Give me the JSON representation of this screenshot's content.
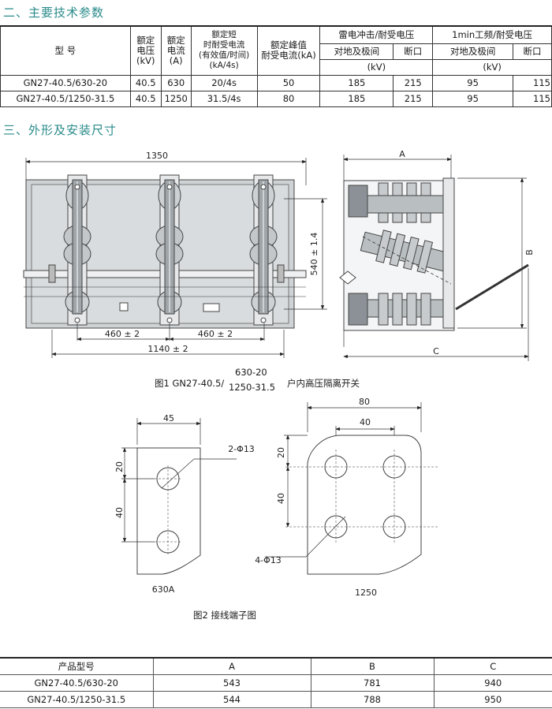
{
  "sections": {
    "tech_params": "二、主要技术参数",
    "dimensions": "三、外形及安装尺寸"
  },
  "spec_table": {
    "h_model": "型  号",
    "h_voltage": "额定\n电压\n(kV)",
    "h_current": "额定\n电流\n(A)",
    "h_short_time": "额定短\n时耐受电流\n(有效值/时间)\n(kA/4s)",
    "h_peak": "额定峰值\n耐受电流(kA)",
    "h_lightning": "雷电冲击/耐受电压",
    "h_power_freq": "1min工频/耐受电压",
    "h_to_ground": "对地及极间",
    "h_break": "断口",
    "h_to_ground2": "对地及极间",
    "h_break2": "断口",
    "h_kv1": "(kV)",
    "h_kv2": "(kV)",
    "rows": [
      {
        "model": "GN27-40.5/630-20",
        "voltage": "40.5",
        "current": "630",
        "short": "20/4s",
        "peak": "50",
        "li_g": "185",
        "li_b": "215",
        "pf_g": "95",
        "pf_b": "115"
      },
      {
        "model": "GN27-40.5/1250-31.5",
        "voltage": "40.5",
        "current": "1250",
        "short": "31.5/4s",
        "peak": "80",
        "li_g": "185",
        "li_b": "215",
        "pf_g": "95",
        "pf_b": "115"
      }
    ]
  },
  "fig1": {
    "dim_1350": "1350",
    "dim_540": "540 ± 1.4",
    "dim_460a": "460 ± 2",
    "dim_460b": "460 ± 2",
    "dim_1140": "1140 ± 2",
    "dim_A": "A",
    "dim_B": "B",
    "dim_C": "C",
    "caption_pre": "图1 GN27-40.5/",
    "caption_top": "630-20",
    "caption_bot": "1250-31.5",
    "caption_post": "户内高压隔离开关"
  },
  "fig2": {
    "dim_45": "45",
    "dim_20a": "20",
    "dim_40a": "40",
    "hole_2": "2-Φ13",
    "label_630": "630A",
    "dim_80": "80",
    "dim_40b": "40",
    "dim_20b": "20",
    "dim_40c": "40",
    "hole_4": "4-Φ13",
    "label_1250": "1250",
    "caption": "图2 接线端子图"
  },
  "bottom_table": {
    "headers": [
      "产品型号",
      "A",
      "B",
      "C"
    ],
    "rows": [
      [
        "GN27-40.5/630-20",
        "543",
        "781",
        "940"
      ],
      [
        "GN27-40.5/1250-31.5",
        "544",
        "788",
        "950"
      ]
    ]
  }
}
